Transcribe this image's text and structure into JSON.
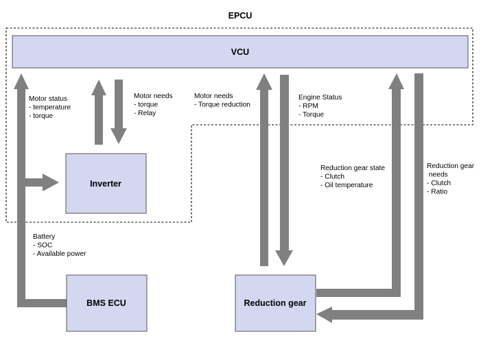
{
  "diagram": {
    "group_title": "EPCU",
    "nodes": {
      "vcu": "VCU",
      "inverter": "Inverter",
      "bms": "BMS ECU",
      "reduction_gear": "Reduction gear"
    },
    "labels": {
      "motor_status": [
        "Motor status",
        "- temperature",
        "- torque"
      ],
      "motor_needs": [
        "Motor needs",
        "- torque",
        "- Relay"
      ],
      "motor_needs_torque": [
        "Motor needs",
        "- Torque reduction"
      ],
      "engine_status": [
        "Engine Status",
        "- RPM",
        "- Torque"
      ],
      "reduction_gear_state": [
        "Reduction gear state",
        "- Clutch",
        "- Oil temperature"
      ],
      "reduction_gear_needs": [
        "Reduction gear",
        " needs",
        "- Clutch",
        "- Ratio"
      ],
      "battery": [
        "Battery",
        "- SOC",
        "- Available power"
      ]
    },
    "connections": [
      {
        "from": "Inverter",
        "to": "VCU",
        "label": "Motor status"
      },
      {
        "from": "VCU",
        "to": "Inverter",
        "label": "Motor needs"
      },
      {
        "from": "BMS ECU",
        "to": "VCU",
        "label": "Battery"
      },
      {
        "from": "BMS ECU",
        "to": "Inverter",
        "label": "Battery"
      },
      {
        "from": "Reduction gear",
        "to": "VCU",
        "label": "Motor needs / Torque reduction"
      },
      {
        "from": "VCU",
        "to": "Reduction gear",
        "label": "Engine Status"
      },
      {
        "from": "Reduction gear",
        "to": "VCU",
        "label": "Reduction gear state"
      },
      {
        "from": "VCU",
        "to": "Reduction gear",
        "label": "Reduction gear needs"
      }
    ],
    "colors": {
      "box_fill": "#d3d8f0",
      "box_stroke": "#555555",
      "arrow": "#808080",
      "border": "#000000"
    }
  }
}
